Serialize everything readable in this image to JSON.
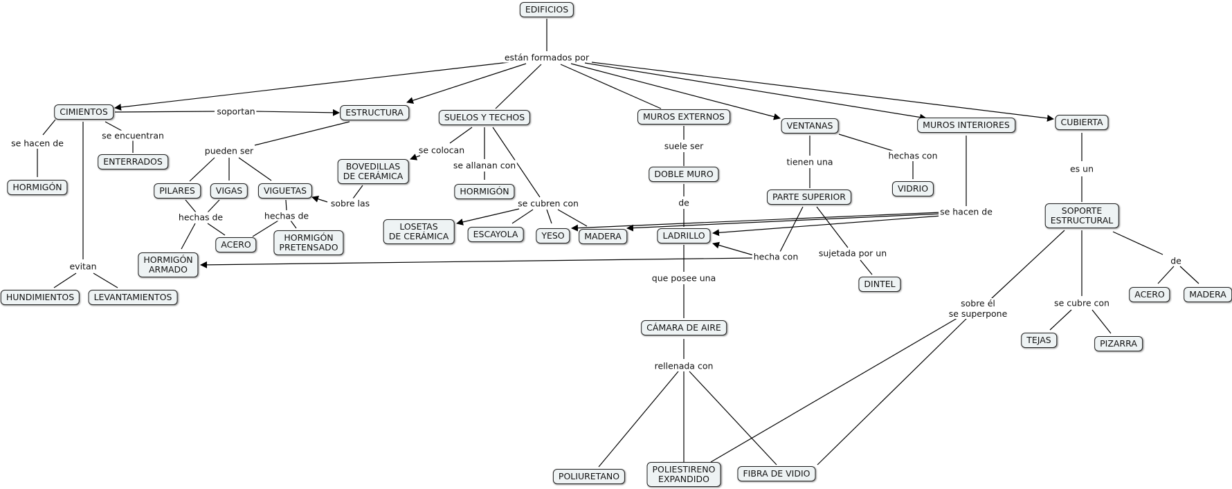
{
  "diagram": {
    "nodes": {
      "edificios": "EDIFICIOS",
      "cimientos": "CIMIENTOS",
      "estructura": "ESTRUCTURA",
      "suelos_techos": "SUELOS Y TECHOS",
      "muros_externos": "MUROS EXTERNOS",
      "ventanas": "VENTANAS",
      "muros_interiores": "MUROS INTERIORES",
      "cubierta": "CUBIERTA",
      "enterrados": "ENTERRADOS",
      "hormigon_cim": "HORMIGÓN",
      "pilares": "PILARES",
      "vigas": "VIGAS",
      "viguetas": "VIGUETAS",
      "bovedillas": "BOVEDILLAS\nDE CERÁMICA",
      "hormigon_suelos": "HORMIGÓN",
      "acero_est": "ACERO",
      "hormigon_armado": "HORMIGÓN\nARMADO",
      "hormigon_pretensado": "HORMIGÓN\nPRETENSADO",
      "losetas": "LOSETAS\nDE CERÁMICA",
      "escayola": "ESCAYOLA",
      "yeso": "YESO",
      "madera_sue": "MADERA",
      "doble_muro": "DOBLE MURO",
      "ladrillo": "LADRILLO",
      "camara_aire": "CÁMARA DE AIRE",
      "poliuretano": "POLIURETANO",
      "poliestireno": "POLIESTIRENO\nEXPANDIDO",
      "fibra_vidio": "FIBRA DE VIDIO",
      "parte_superior": "PARTE SUPERIOR",
      "vidrio": "VIDRIO",
      "dintel": "DINTEL",
      "soporte": "SOPORTE\nESTRUCTURAL",
      "acero_cub": "ACERO",
      "madera_cub": "MADERA",
      "tejas": "TEJAS",
      "pizarra": "PIZARRA",
      "hundimientos": "HUNDIMIENTOS",
      "levantamientos": "LEVANTAMIENTOS"
    },
    "links": {
      "estan_formados": "están formados por",
      "soportan": "soportan",
      "se_hacen_de_cim": "se hacen de",
      "se_encuentran": "se encuentran",
      "evitan": "evitan",
      "pueden_ser": "pueden ser",
      "hechas_de_1": "hechas de",
      "hechas_de_2": "hechas de",
      "sobre_las": "sobre las",
      "se_colocan": "se colocan",
      "se_allanan": "se allanan con",
      "se_cubren": "se cubren con",
      "suele_ser": "suele ser",
      "de_muro": "de",
      "que_posee": "que posee una",
      "rellenada": "rellenada con",
      "tienen_una": "tienen una",
      "hechas_con": "hechas con",
      "hecha_con": "hecha con",
      "sujetada": "sujetada por un",
      "se_hacen_de_mi": "se hacen de",
      "es_un": "es un",
      "de_cub": "de",
      "se_cubre_con": "se cubre con",
      "sobre_el": "sobre él\nse superpone"
    }
  }
}
